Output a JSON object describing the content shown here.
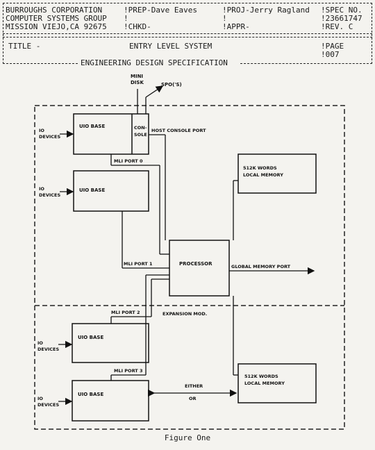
{
  "header": {
    "row1": {
      "org": "BURROUGHS CORPORATION",
      "prep": "PREP-Dave Eaves",
      "proj": "PROJ-Jerry Ragland",
      "spec": "SPEC NO."
    },
    "row2": {
      "org": "COMPUTER SYSTEMS GROUP",
      "prep": "",
      "proj": "",
      "spec": "23661747"
    },
    "row3": {
      "org": "MISSION VIEJO,CA 92675",
      "prep": "CHKD-",
      "proj": "APPR-",
      "spec": "REV. C"
    },
    "title_label": "TITLE -",
    "title_value": "ENTRY LEVEL SYSTEM",
    "page_label": "PAGE",
    "page_value": "007",
    "doc_type": "ENGINEERING DESIGN SPECIFICATION"
  },
  "diagram": {
    "mini_disk": [
      "MINI",
      "DISK"
    ],
    "spo": "SPO('S)",
    "uio1": "UIO BASE",
    "console": [
      "CON-",
      "SOLE"
    ],
    "host_console_port": "HOST CONSOLE PORT",
    "mli_port_0": "MLI PORT 0",
    "uio2": "UIO BASE",
    "memory1": [
      "512K WORDS",
      "LOCAL MEMORY"
    ],
    "mli_port_1": "MLI PORT 1",
    "processor": "PROCESSOR",
    "global_memory_port": "GLOBAL MEMORY PORT",
    "mli_port_2": "MLI PORT 2",
    "expansion_mod": "EXPANSION MOD.",
    "uio3": "UIO BASE",
    "mli_port_3": "MLI PORT 3",
    "memory2": [
      "512K WORDS",
      "LOCAL MEMORY"
    ],
    "uio4": "UIO BASE",
    "either_or": [
      "EITHER",
      "OR"
    ],
    "io_devices": [
      "IO",
      "DEVICES"
    ]
  },
  "caption": "Figure One"
}
